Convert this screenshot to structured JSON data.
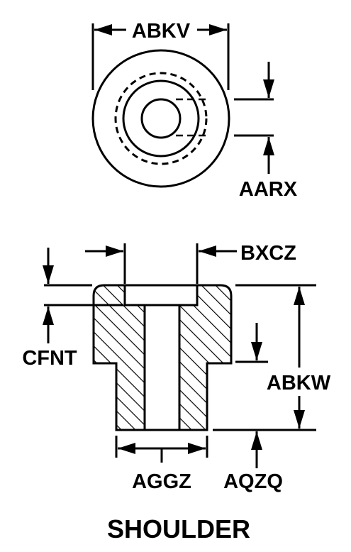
{
  "top_view": {
    "dim_outer_diameter": "ABKV",
    "dim_bore": "AARX"
  },
  "section_view": {
    "dim_counterbore": "BXCZ",
    "dim_counterbore_depth": "CFNT",
    "dim_overall_height": "ABKW",
    "dim_shank_diameter": "AGGZ",
    "dim_shank_length": "AQZQ"
  },
  "title": "SHOULDER",
  "colors": {
    "ink": "#000000",
    "paper": "#ffffff"
  }
}
